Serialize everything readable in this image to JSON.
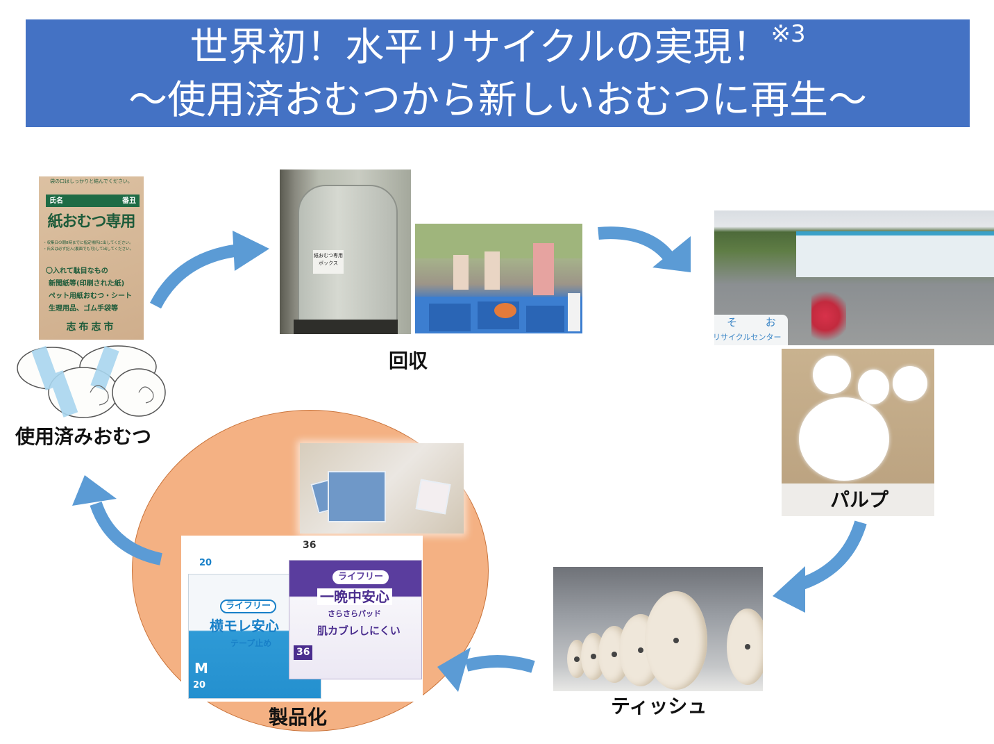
{
  "title": {
    "line1": "世界初！水平リサイクルの実現！",
    "footnote": "※3",
    "line2": "～使用済おむつから新しいおむつに再生～"
  },
  "steps": {
    "used_diapers": "使用済みおむつ",
    "collection": "回収",
    "pulp": "パルプ",
    "tissue": "ティッシュ",
    "productization": "製品化"
  },
  "bag_photo": {
    "top_note": "袋の口はしっかりと結んでください。",
    "name_label": "氏名",
    "address_label": "番丑",
    "heading": "紙おむつ専用",
    "notes": [
      "・収集日の朝8時までに指定場所に出してください。",
      "・氏名は必ず記入(裏面でも可)して出してください。"
    ],
    "ng_title": "〇入れて駄目なもの",
    "ng_items": [
      "新聞紙等(印刷された紙)",
      "ペット用紙おむつ・シート",
      "生理用品、ゴム手袋等"
    ],
    "city": "志布志市"
  },
  "bin_photo": {
    "sticker": "紙おむつ専用ボックス"
  },
  "facility_photo": {
    "sign_top": "そ お",
    "sign_bottom": "リサイクルセンター"
  },
  "products_photo": {
    "blue_pack": {
      "count_top": "20",
      "brand": "ライフリー",
      "name": "横モレ安心",
      "sub": "テープ止め",
      "size": "M",
      "count": "20"
    },
    "purple_pack": {
      "count_top": "36",
      "brand": "ライフリー",
      "name": "一晩中安心",
      "sub": "さらさらパッド",
      "feature": "肌カブレしにくい",
      "count": "36"
    }
  },
  "colors": {
    "banner": "#4472c4",
    "arrow": "#5b9bd5",
    "circle": "#f4b183"
  }
}
